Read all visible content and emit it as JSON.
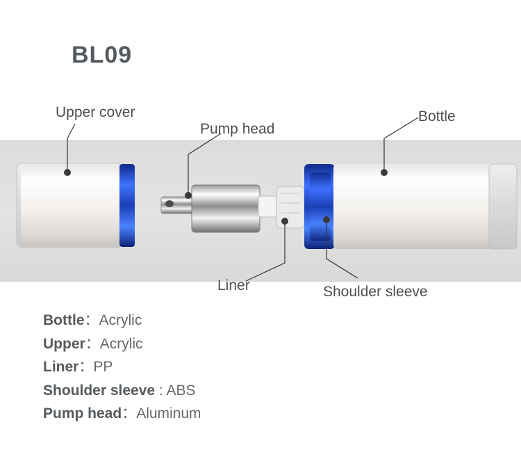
{
  "title": "BL09",
  "callouts": {
    "upper_cover": "Upper cover",
    "pump_head": "Pump head",
    "bottle": "Bottle",
    "liner": "Liner",
    "shoulder_sleeve": "Shoulder sleeve"
  },
  "specs": [
    {
      "key": "Bottle",
      "sep": "：",
      "value": "Acrylic"
    },
    {
      "key": "Upper",
      "sep": "：",
      "value": "Acrylic"
    },
    {
      "key": "Liner",
      "sep": "：",
      "value": "PP"
    },
    {
      "key": "Shoulder sleeve",
      "sep": " : ",
      "value": "ABS"
    },
    {
      "key": "Pump head",
      "sep": "：",
      "value": "Aluminum"
    }
  ],
  "colors": {
    "accent_blue": "#2a4fd6",
    "pearl_white": "#f4f1ee",
    "background_band": "#dedede"
  }
}
